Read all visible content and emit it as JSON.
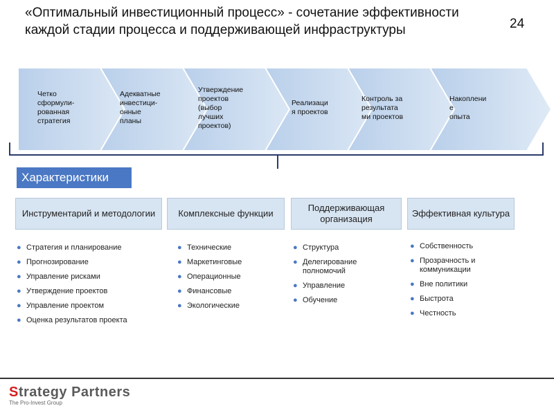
{
  "title": "«Оптимальный инвестиционный процесс» - сочетание эффективности каждой стадии процесса и поддерживающей инфраструктуры",
  "page_number": "24",
  "stages": [
    {
      "label": "Четко\nсформули-\nрованная\nстратегия"
    },
    {
      "label": "Адекватные\nинвестици-\nонные\nпланы"
    },
    {
      "label": "Утверждение\nпроектов\n(выбор\nлучших\nпроектов)"
    },
    {
      "label": "Реализаци\nя проектов"
    },
    {
      "label": "Контроль за\nрезультата\nми проектов"
    },
    {
      "label": "Накоплени\nе\nопыта"
    }
  ],
  "characteristics_label": "Характеристики",
  "categories": [
    {
      "title": "Инструментарий и методологии",
      "items": [
        "Стратегия и планирование",
        "Прогнозирование",
        "Управление рисками",
        "Утверждение проектов",
        "Управление проектом",
        "Оценка результатов проекта"
      ]
    },
    {
      "title": "Комплексные функции",
      "items": [
        "Технические",
        "Маркетинговые",
        "Операционные",
        "Финансовые",
        "Экологические"
      ]
    },
    {
      "title": "Поддерживающая организация",
      "items": [
        "Структура",
        "Делегирование полномочий",
        "Управление",
        "Обучение"
      ]
    },
    {
      "title": "Эффективная культура",
      "items": [
        "Собственность",
        "Прозрачность и коммуникации",
        "Вне политики",
        "Быстрота",
        "Честность"
      ]
    }
  ],
  "logo": {
    "name_first": "S",
    "name_rest": "trategy Partners",
    "tagline": "The Pro-Invest Group"
  },
  "colors": {
    "accent": "#4a78c4",
    "category_fill": "#d7e4f1",
    "logo_red": "#d2201f"
  }
}
